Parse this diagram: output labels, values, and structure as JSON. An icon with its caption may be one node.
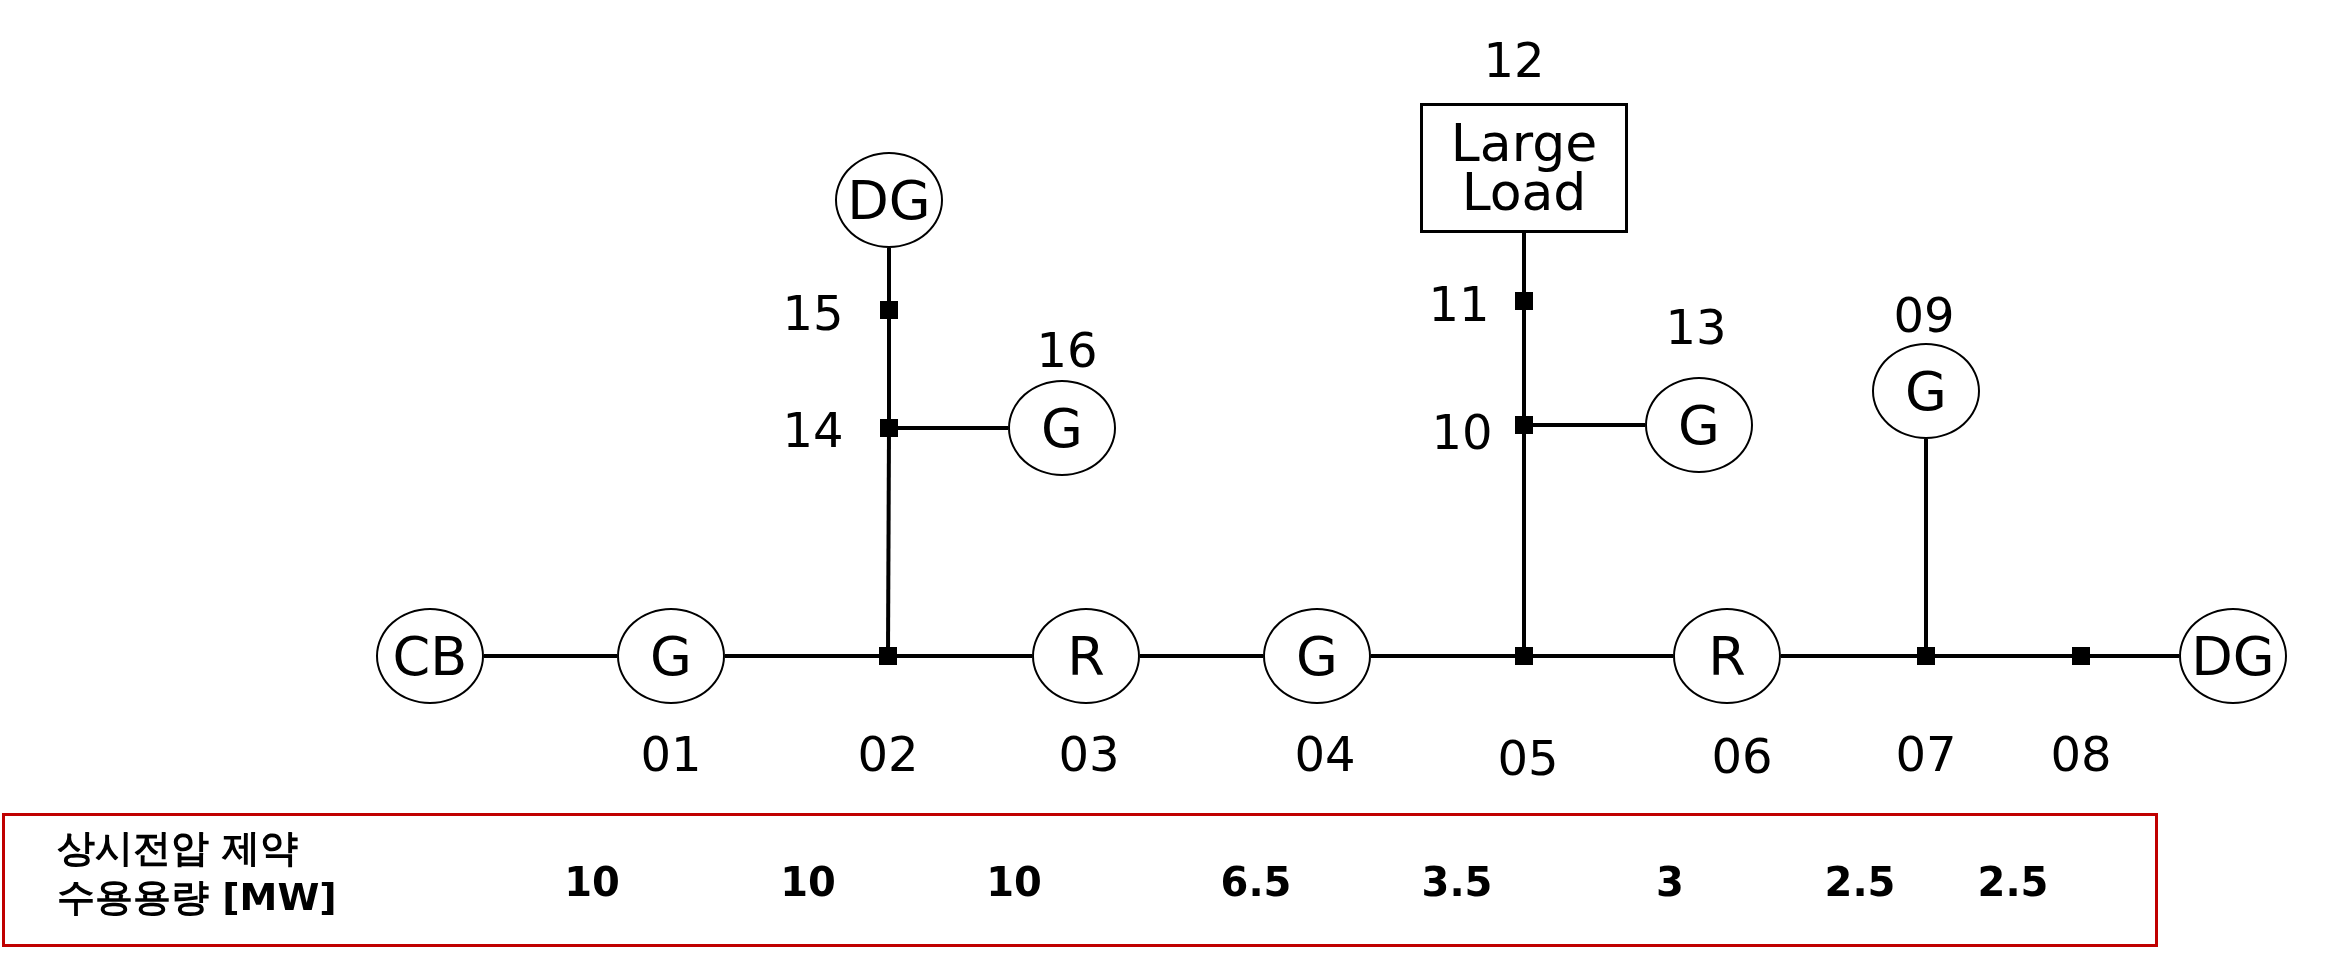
{
  "diagram": {
    "nodes": [
      {
        "text": [
          "CB"
        ]
      },
      {
        "text": [
          "G"
        ],
        "beside": [
          "01"
        ]
      },
      {
        "text": [],
        "shape": "box"
      },
      {
        "text": [
          "R"
        ],
        "beside": [
          "03"
        ]
      },
      {
        "text": [
          "G"
        ],
        "beside": [
          "04"
        ]
      },
      {
        "text": [],
        "shape": "box"
      },
      {
        "text": [
          "R"
        ],
        "beside": [
          "06"
        ]
      },
      {
        "text": [],
        "shape": "box"
      },
      {
        "text": [],
        "shape": "box"
      },
      {
        "text": [
          "DG"
        ]
      },
      {
        "text": [
          "DG"
        ]
      },
      {
        "text": [],
        "shape": "box",
        "beside": [
          "15"
        ]
      },
      {
        "text": [],
        "shape": "box",
        "beside": [
          "14"
        ]
      },
      {
        "text": [
          "G"
        ],
        "beside": [
          "16"
        ]
      },
      {
        "text": [
          "Large Load"
        ],
        "beside": [
          "12"
        ]
      },
      {
        "text": [],
        "shape": "box",
        "beside": [
          "11"
        ]
      },
      {
        "text": [],
        "shape": "box",
        "beside": [
          "10"
        ]
      },
      {
        "text": [
          "G"
        ],
        "beside": [
          "13"
        ]
      },
      {
        "text": [
          "G"
        ],
        "beside": [
          "09"
        ]
      },
      {
        "text": [
          "상시전압 제약 수용용량 [MW]",
          "10",
          "10",
          "10",
          "6.5",
          "3.5",
          "3",
          "2.5",
          "2.5"
        ]
      }
    ],
    "edges": [
      {
        "from": 0,
        "to": 1,
        "arrow": "none"
      },
      {
        "from": 1,
        "to": 2,
        "arrow": "none"
      },
      {
        "from": 2,
        "to": 3,
        "arrow": "none"
      },
      {
        "from": 3,
        "to": 4,
        "arrow": "none"
      },
      {
        "from": 4,
        "to": 5,
        "arrow": "none"
      },
      {
        "from": 5,
        "to": 6,
        "arrow": "none"
      },
      {
        "from": 6,
        "to": 7,
        "arrow": "none"
      },
      {
        "from": 7,
        "to": 8,
        "arrow": "none"
      },
      {
        "from": 8,
        "to": 9,
        "arrow": "none"
      },
      {
        "from": 2,
        "to": 12,
        "arrow": "none"
      },
      {
        "from": 12,
        "to": 11,
        "arrow": "none"
      },
      {
        "from": 11,
        "to": 10,
        "arrow": "none"
      },
      {
        "from": 12,
        "to": 13,
        "arrow": "none"
      },
      {
        "from": 5,
        "to": 16,
        "arrow": "none"
      },
      {
        "from": 16,
        "to": 15,
        "arrow": "none"
      },
      {
        "from": 15,
        "to": 14,
        "arrow": "none"
      },
      {
        "from": 16,
        "to": 17,
        "arrow": "none"
      },
      {
        "from": 7,
        "to": 18,
        "arrow": "none"
      }
    ],
    "labels": [
      "02",
      "05",
      "07",
      "08"
    ]
  }
}
